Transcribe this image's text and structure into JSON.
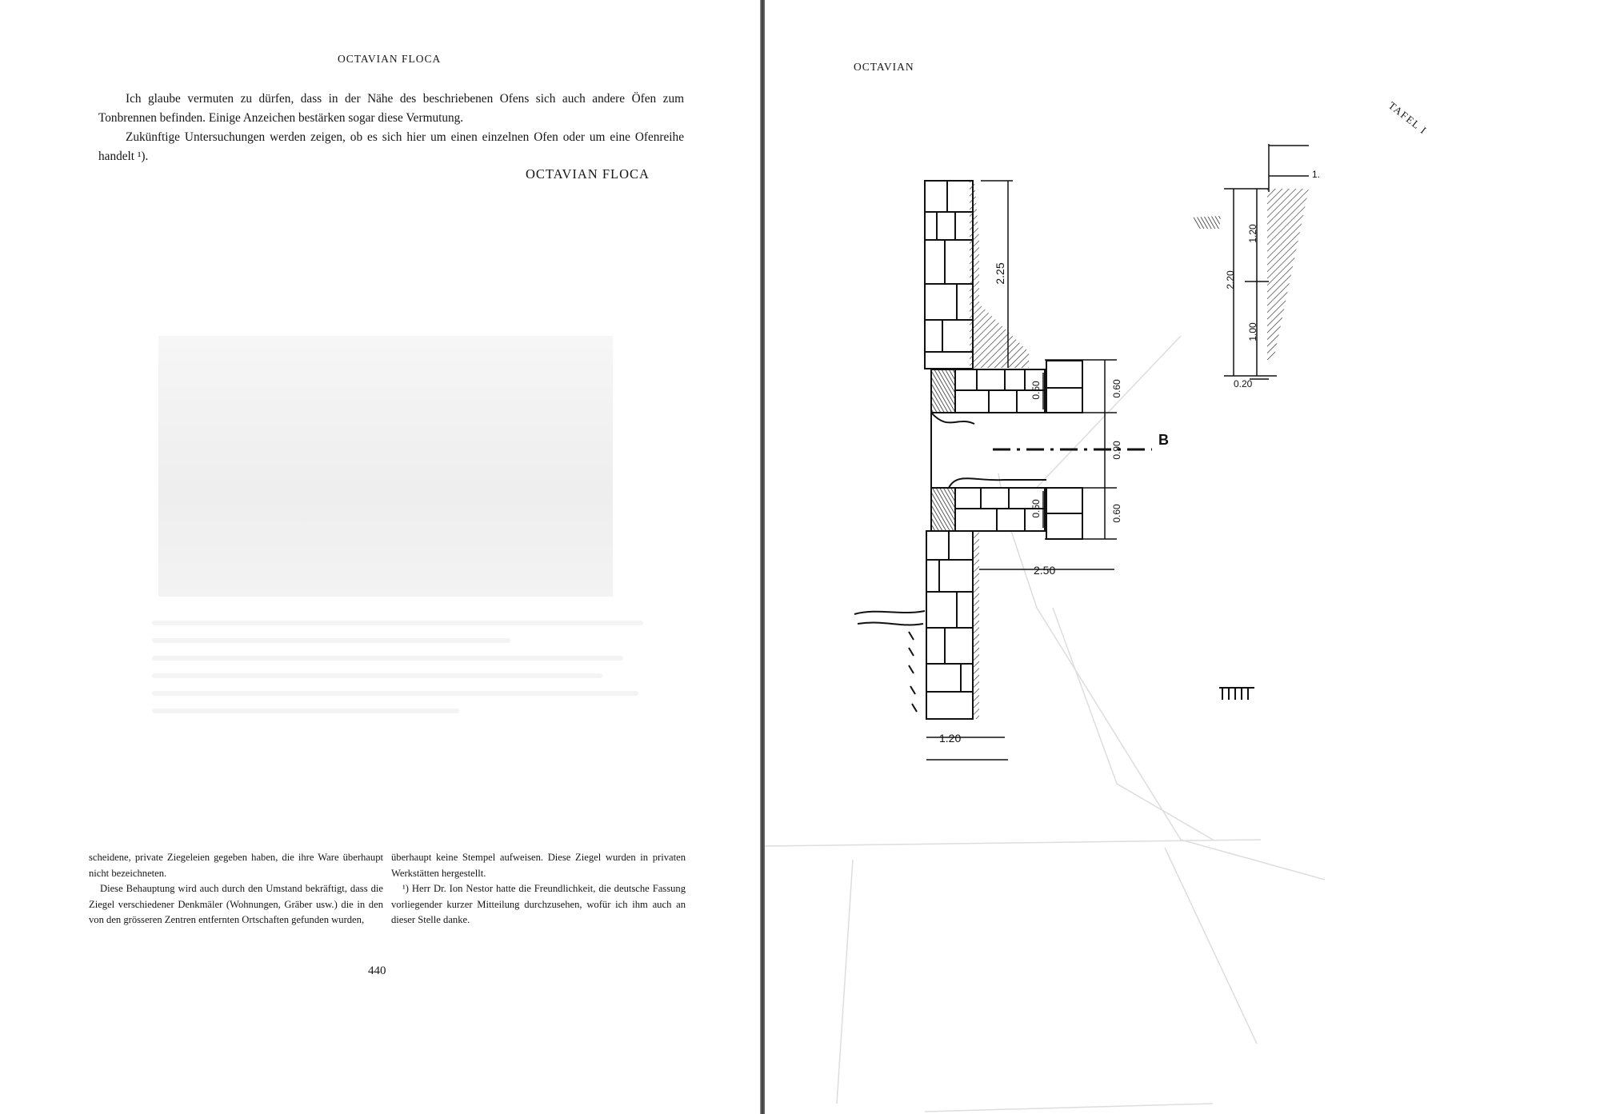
{
  "left_page": {
    "running_head": "OCTAVIAN FLOCA",
    "intro_paragraphs": [
      "Ich glaube vermuten zu dürfen, dass in der Nähe des beschriebenen Ofens sich auch andere Öfen zum Tonbrennen befinden. Einige Anzeichen bestärken sogar diese Vermutung.",
      "Zukünftige Untersuchungen werden zeigen, ob es sich hier um einen einzelnen Ofen oder um eine Ofenreihe handelt ¹)."
    ],
    "signature": "OCTAVIAN FLOCA",
    "column_left": [
      "scheidene, private Ziegeleien gegeben haben, die ihre Ware überhaupt nicht bezeichneten.",
      "Diese Behauptung wird auch durch den Umstand bekräftigt, dass die Ziegel verschiedener Denkmäler (Wohnungen, Gräber usw.) die in den von den grösseren Zentren entfernten Ortschaften gefunden wurden,"
    ],
    "column_right": [
      "überhaupt keine Stempel aufweisen. Diese Ziegel wurden in privaten Werkstätten hergestellt.",
      "¹) Herr Dr. Ion Nestor hatte die Freundlichkeit, die deutsche Fassung vorliegender kurzer Mitteilung durchzusehen, wofür ich ihm auch an dieser Stelle danke."
    ],
    "page_number": "440"
  },
  "right_page": {
    "running_head": "OCTAVIAN",
    "plate_label": "TAFEL I",
    "drawing": {
      "section_mark": "B",
      "dimensions": {
        "wall_upper_height": "2.25",
        "channel_upper_outer": "0.60",
        "channel_upper_inner": "0.50",
        "channel_width": "0.90",
        "channel_lower_inner": "0.50",
        "channel_lower_outer": "0.60",
        "channel_length": "2.50",
        "wall_thickness": "1.20",
        "profile_total": "2.20",
        "profile_upper": "1.20",
        "profile_lower": "1.00",
        "profile_base": "0.20",
        "profile_top": "1."
      }
    }
  }
}
